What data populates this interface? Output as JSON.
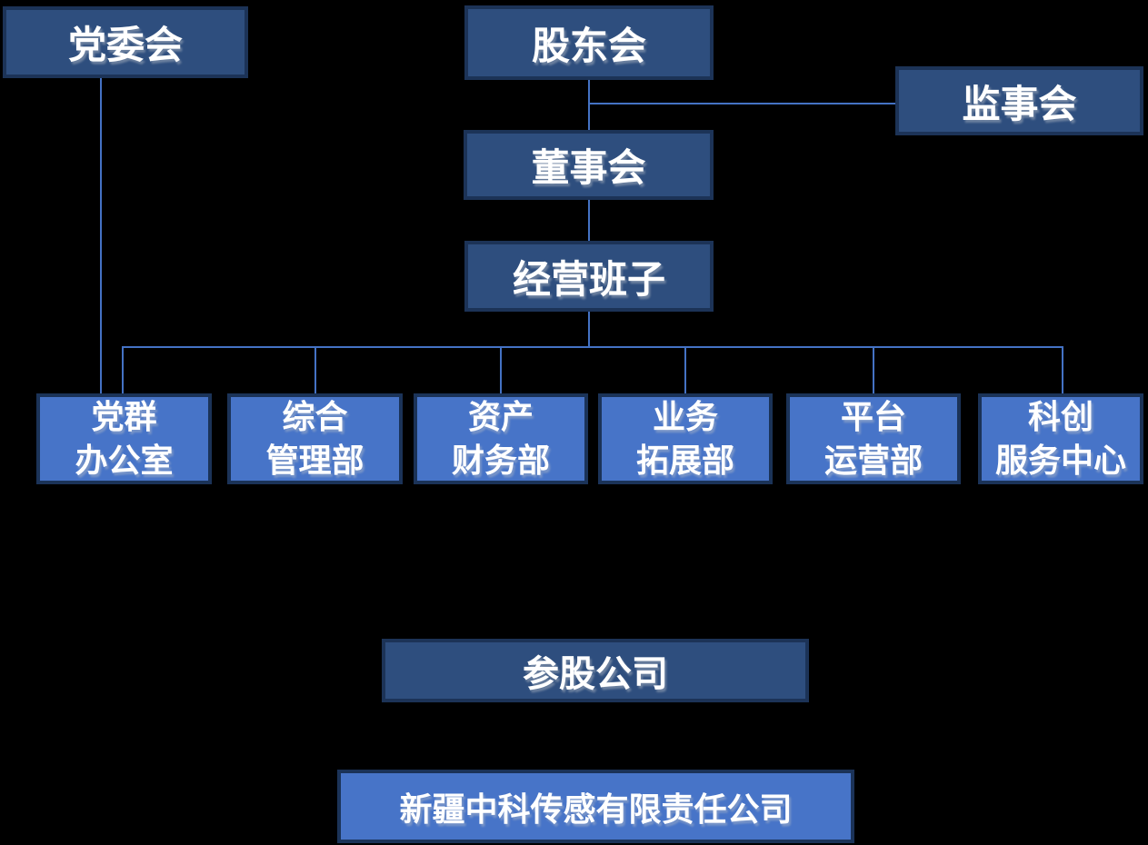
{
  "nodes": {
    "party_committee": {
      "label": "党委会"
    },
    "shareholders_meeting": {
      "label": "股东会"
    },
    "supervisory_board": {
      "label": "监事会"
    },
    "board_of_directors": {
      "label": "董事会"
    },
    "management_team": {
      "label": "经营班子"
    },
    "invested_company": {
      "label": "参股公司"
    },
    "subsidiary_company": {
      "label": "新疆中科传感有限责任公司"
    }
  },
  "departments": [
    {
      "line1": "党群",
      "line2": "办公室"
    },
    {
      "line1": "综合",
      "line2": "管理部"
    },
    {
      "line1": "资产",
      "line2": "财务部"
    },
    {
      "line1": "业务",
      "line2": "拓展部"
    },
    {
      "line1": "平台",
      "line2": "运营部"
    },
    {
      "line1": "科创",
      "line2": "服务中心"
    }
  ],
  "edges": [
    {
      "from": "党委会",
      "to": "党群办公室"
    },
    {
      "from": "股东会",
      "to": "监事会"
    },
    {
      "from": "股东会",
      "to": "董事会"
    },
    {
      "from": "董事会",
      "to": "经营班子"
    },
    {
      "from": "经营班子",
      "to": "党群办公室"
    },
    {
      "from": "经营班子",
      "to": "综合管理部"
    },
    {
      "from": "经营班子",
      "to": "资产财务部"
    },
    {
      "from": "经营班子",
      "to": "业务拓展部"
    },
    {
      "from": "经营班子",
      "to": "平台运营部"
    },
    {
      "from": "经营班子",
      "to": "科创服务中心"
    }
  ],
  "colors": {
    "background": "#000000",
    "dark_box_fill": "#2E4E7E",
    "dark_box_border": "#1C3357",
    "light_box_fill": "#4774C8",
    "light_box_border": "#1B3358",
    "connector": "#4472C4",
    "text": "#FFFFFF"
  }
}
